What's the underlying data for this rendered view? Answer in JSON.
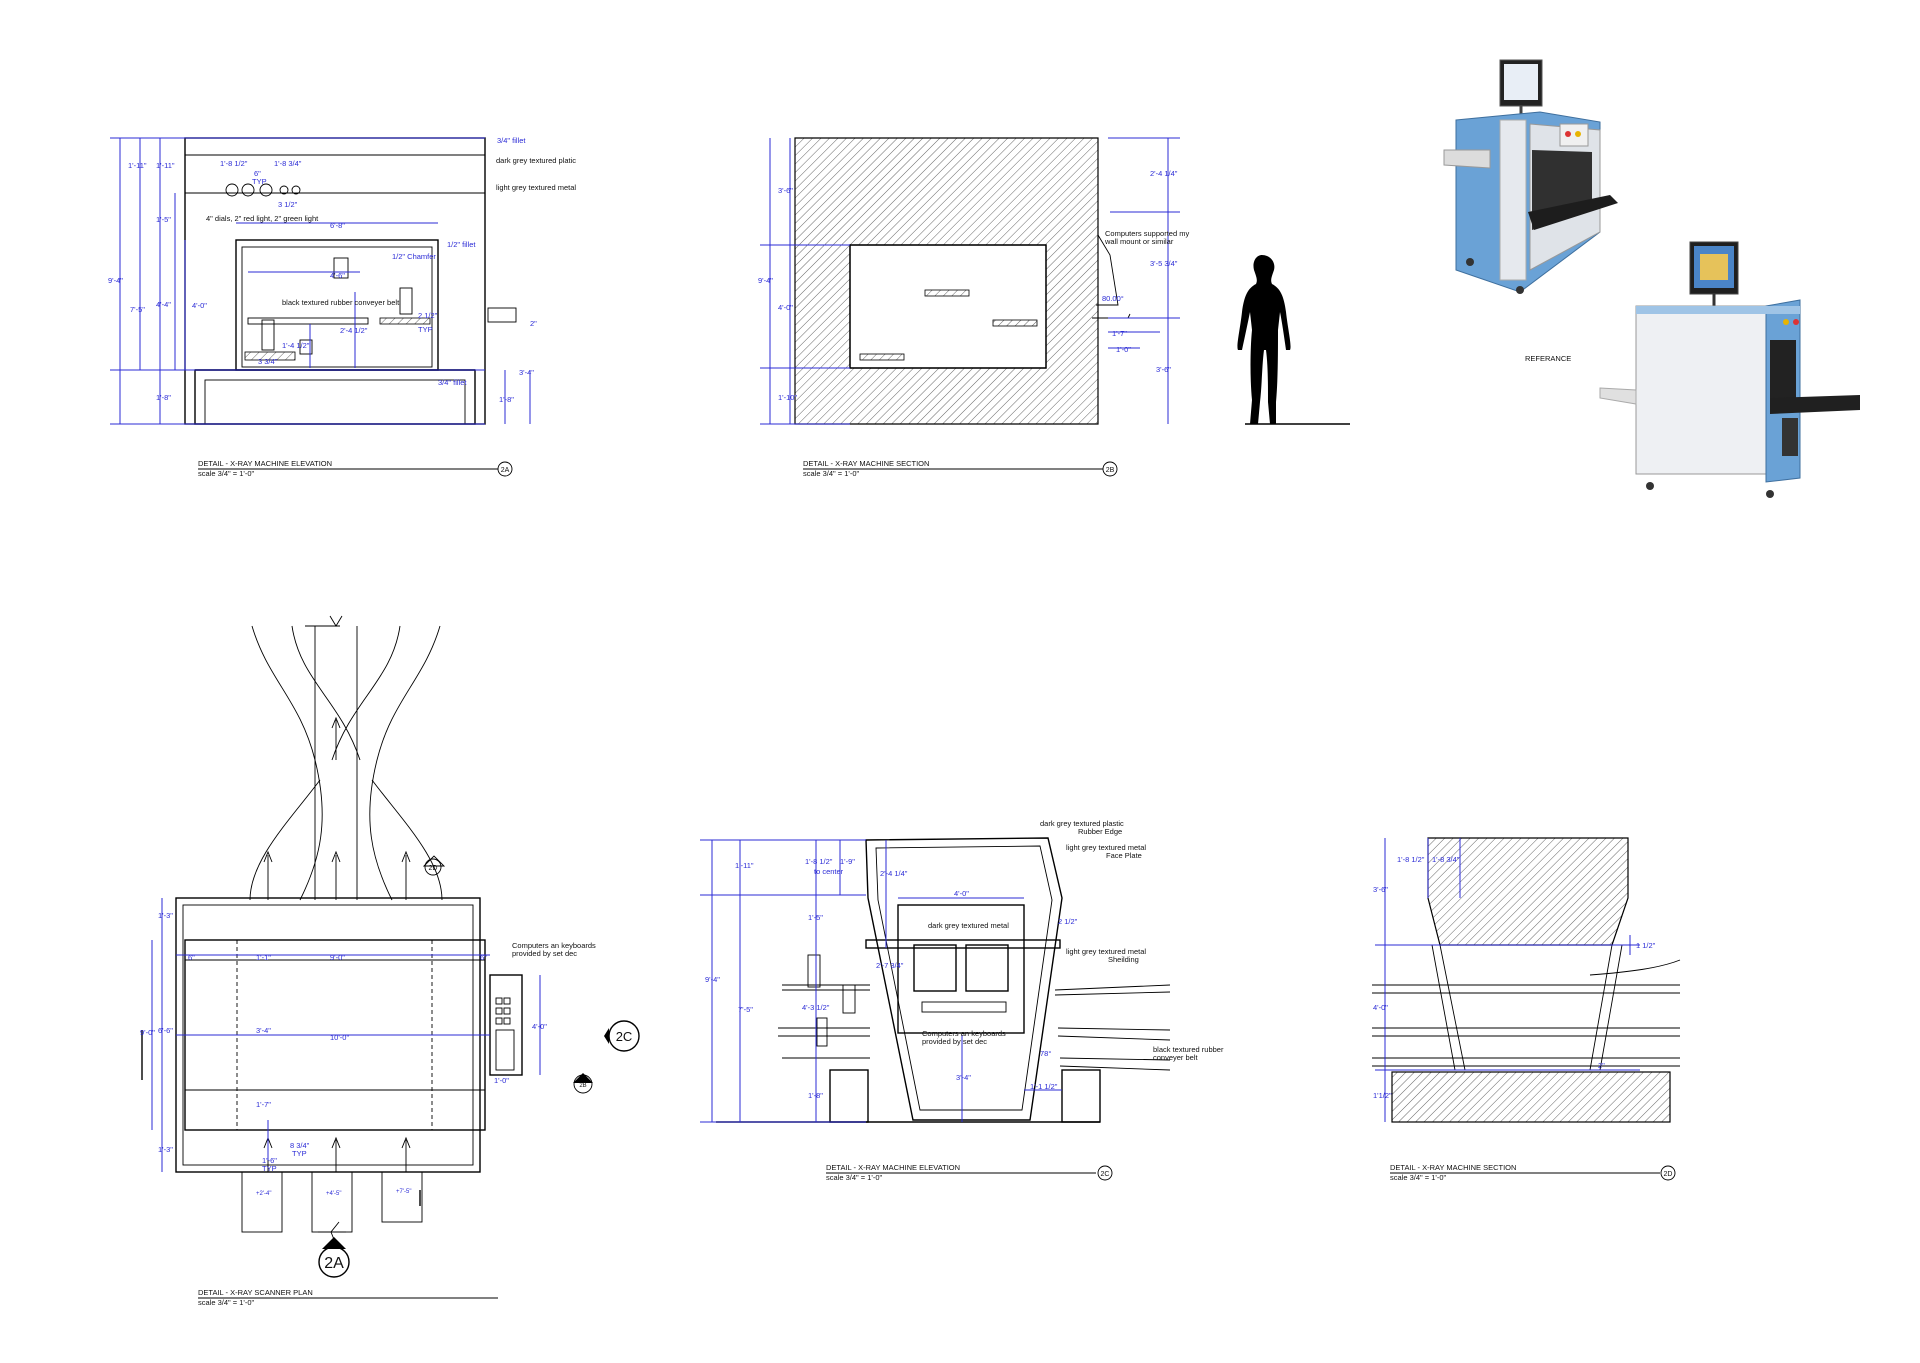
{
  "drawing_2A": {
    "title": "DETAIL - X-RAY MACHINE ELEVATION",
    "scale": "scale 3/4\" = 1'-0\"",
    "tag": "2A",
    "notes": {
      "fillet_top": "3/4\" fillet",
      "plastic": "dark grey textured platic",
      "metal": "light grey textured metal",
      "dials": "4\" dials, 2\" red light, 2\" green light",
      "chamfer": "1/2\" Chamfer",
      "fillet_half": "1/2\" fillet",
      "belt": "black textured rubber conveyer belt",
      "fillet_bottom": "3/4\" fillet"
    },
    "dims": [
      "9'-4\"",
      "1'-11\"",
      "1'-11\"",
      "1'-5\"",
      "7'-5\"",
      "4'-4\"",
      "4'-0\"",
      "1'-8\"",
      "1'-8 1/2\"",
      "1'-8 3/4\"",
      "6\"",
      "TYP",
      "3 1/2\"",
      "6'-8\"",
      "4'-6\"",
      "2'-4 1/2\"",
      "1'-4 1/2\"",
      "3 3/4\"",
      "2 1/2\"",
      "TYP",
      "2\"",
      "3'-4\"",
      "1'-8\""
    ]
  },
  "drawing_2B": {
    "title": "DETAIL - X-RAY MACHINE SECTION",
    "scale": "scale 3/4\" = 1'-0\"",
    "tag": "2B",
    "note": "Computers supported my wall mount or similar",
    "dims": [
      "3'-6\"",
      "9'-4\"",
      "4'-0\"",
      "1'-10\"",
      "2'-4 1/4\"",
      "3'-5 3/4\"",
      "80.00°",
      "1'-7\"",
      "1'-0\"",
      "3'-6\""
    ]
  },
  "reference": {
    "label": "REFERANCE"
  },
  "drawing_plan": {
    "title": "DETAIL - X-RAY SCANNER PLAN",
    "scale": "scale 3/4\" = 1'-0\"",
    "tags": [
      "2D",
      "2C",
      "2B",
      "2A"
    ],
    "note": "Computers an keyboards provided by set dec",
    "dims": [
      "1'-3\"",
      "9'-0\"",
      "6'-6\"",
      "1'-3\"",
      "6\"",
      "1'-1\"",
      "9'-0\"",
      "6\"",
      "3'-4\"",
      "10'-0\"",
      "4'-0\"",
      "1'-7\"",
      "1'-6\"",
      "TYP",
      "8 3/4\"",
      "TYP",
      "1'-0\"",
      "+2'-4\"",
      "+4'-5\"",
      "+7'-5\""
    ]
  },
  "drawing_2C": {
    "title": "DETAIL - X-RAY MACHINE ELEVATION",
    "scale": "scale 3/4\" = 1'-0\"",
    "tag": "2C",
    "notes": {
      "plastic": "dark grey textured plastic",
      "rubber_edge": "Rubber Edge",
      "metal_face": "light grey textured metal",
      "face_plate": "Face Plate",
      "dark_metal": "dark grey textured metal",
      "metal_shield": "light grey textured metal",
      "shielding": "Sheilding",
      "computers": "Computers an keyboards provided by set dec",
      "belt": "black textured rubber conveyer belt"
    },
    "dims": [
      "9'-4\"",
      "1'-11\"",
      "7'-5\"",
      "1'-8 1/2\"",
      "to center",
      "1'-9\"",
      "2'-4 1/4\"",
      "1'-5\"",
      "4'-0\"",
      "2'-7 3/4\"",
      "4'-3 1/2\"",
      "2 1/2\"",
      "78°",
      "3'-4\"",
      "1'-1 1/2\"",
      "1'-8\""
    ]
  },
  "drawing_2D": {
    "title": "DETAIL - X-RAY MACHINE SECTION",
    "scale": "scale 3/4\" = 1'-0\"",
    "tag": "2D",
    "dims": [
      "3'-6\"",
      "1'-8 1/2\"",
      "1'-8 3/4\"",
      "1 1/2\"",
      "4'-0\"",
      "1'1/2\"",
      "2\""
    ]
  },
  "colors": {
    "dimension": "#2b2bd6",
    "line": "#000000",
    "machine_blue": "#6aa2d6",
    "machine_grey": "#dfe3e8"
  }
}
